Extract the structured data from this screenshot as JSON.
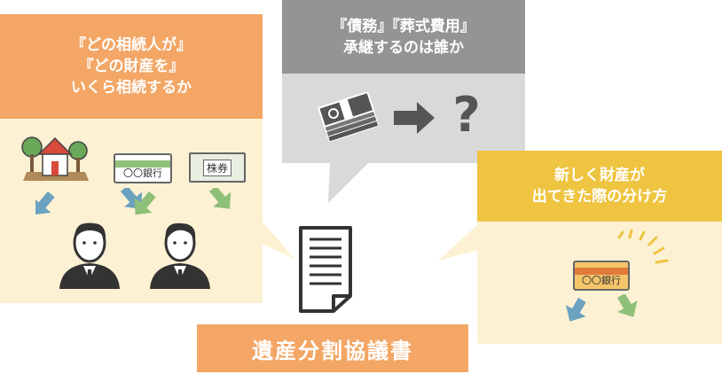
{
  "left_panel": {
    "title_lines": [
      "『どの相続人が』",
      "『どの財産を』",
      "いくら相続するか"
    ],
    "bank_card_label": "〇〇銀行",
    "stock_label": "株券"
  },
  "top_panel": {
    "title_lines": [
      "『債務』『葬式費用』",
      "承継するのは誰か"
    ],
    "question_mark": "?"
  },
  "right_panel": {
    "title_lines": [
      "新しく財産が",
      "出てきた際の分け方"
    ],
    "bank_card_label": "〇〇銀行"
  },
  "bottom_label": "遺産分割協議書",
  "colors": {
    "orange_header": "#f3a665",
    "cream_panel": "#fdf1d4",
    "gray_header": "#949494",
    "gray_panel": "#d9d9d9",
    "yellow_header": "#eec441",
    "blue_arrow": "#6aa2c0",
    "green_arrow": "#8fc079",
    "dark_icon": "#555555"
  }
}
